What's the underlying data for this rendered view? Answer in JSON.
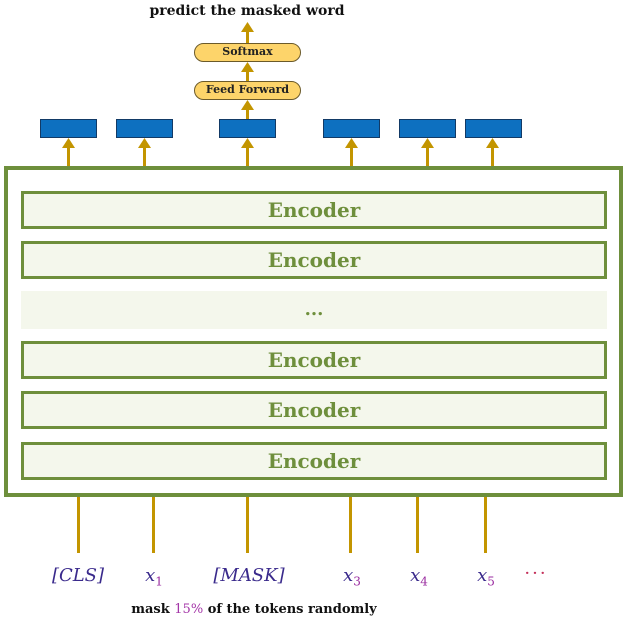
{
  "title": "predict the masked word",
  "head": {
    "softmax_label": "Softmax",
    "feed_forward_label": "Feed Forward"
  },
  "encoders": [
    {
      "label": "Encoder"
    },
    {
      "label": "Encoder"
    },
    {
      "label": "..."
    },
    {
      "label": "Encoder"
    },
    {
      "label": "Encoder"
    },
    {
      "label": "Encoder"
    }
  ],
  "tokens": [
    {
      "text": "[CLS]",
      "sub": ""
    },
    {
      "text": "x",
      "sub": "1"
    },
    {
      "text": "[MASK]",
      "sub": ""
    },
    {
      "text": "x",
      "sub": "3"
    },
    {
      "text": "x",
      "sub": "4"
    },
    {
      "text": "x",
      "sub": "5"
    },
    {
      "text": "···",
      "sub": ""
    }
  ],
  "caption": {
    "prefix": "mask ",
    "percent": "15%",
    "suffix": " of the tokens randomly"
  },
  "colors": {
    "encoder_border": "#6e8f3c",
    "output_box": "#0d70c0",
    "arrow": "#c39500",
    "pill": "#fdd46a"
  }
}
